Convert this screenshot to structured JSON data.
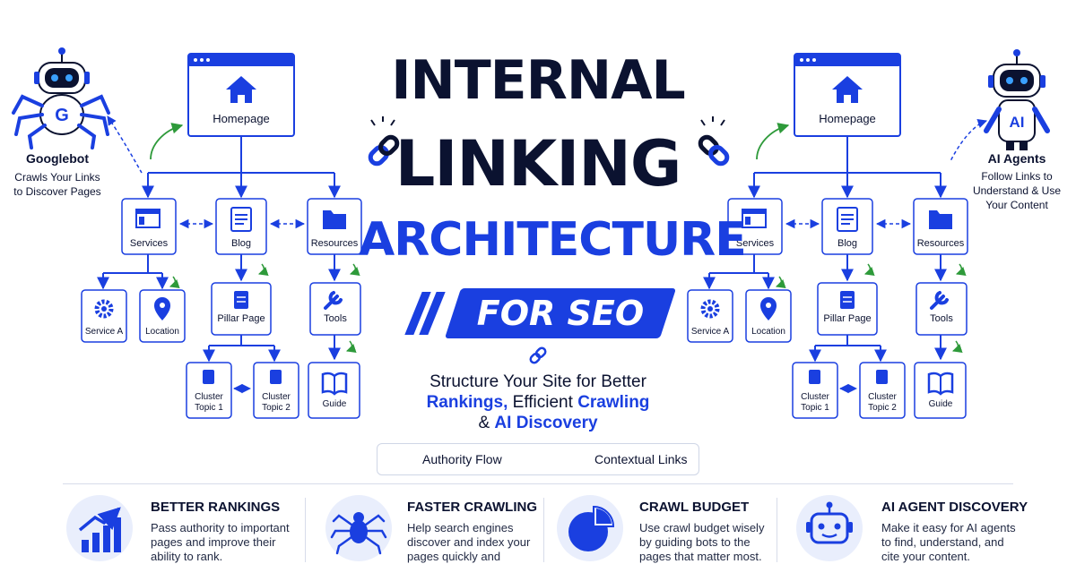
{
  "title": {
    "line1": "INTERNAL",
    "line2": "LINKING",
    "line3": "ARCHITECTURE",
    "banner": "FOR SEO"
  },
  "subtitle": {
    "line1": "Structure Your Site for Better",
    "rankings": "Rankings,",
    "efficient": "Efficient",
    "crawling": "Crawling",
    "amp": "&",
    "ai": "AI Discovery"
  },
  "legend": {
    "authority": "Authority Flow",
    "contextual": "Contextual Links"
  },
  "googlebot": {
    "name": "Googlebot",
    "desc1": "Crawls Your Links",
    "desc2": "to Discover Pages",
    "badge": "G"
  },
  "aiagents": {
    "name": "AI Agents",
    "desc1": "Follow Links to",
    "desc2": "Understand & Use",
    "desc3": "Your Content",
    "badge": "AI"
  },
  "tree": {
    "homepage": "Homepage",
    "services": "Services",
    "blog": "Blog",
    "resources": "Resources",
    "service_a": "Service A",
    "location": "Location",
    "pillar": "Pillar Page",
    "tools": "Tools",
    "cluster1_a": "Cluster",
    "cluster1_b": "Topic 1",
    "cluster2_a": "Cluster",
    "cluster2_b": "Topic 2",
    "guide": "Guide"
  },
  "benefits": [
    {
      "title": "BETTER RANKINGS",
      "d1": "Pass authority to important",
      "d2": "pages and improve their",
      "d3": "ability to rank."
    },
    {
      "title": "FASTER CRAWLING",
      "d1": "Help search engines",
      "d2": "discover and index your",
      "d3": "pages quickly and"
    },
    {
      "title": "CRAWL BUDGET",
      "d1": "Use crawl budget wisely",
      "d2": "by guiding bots to the",
      "d3": "pages that matter most."
    },
    {
      "title": "AI AGENT DISCOVERY",
      "d1": "Make it easy for AI agents",
      "d2": "to find, understand, and",
      "d3": "cite your content."
    }
  ],
  "colors": {
    "accent": "#1a3fe0",
    "dark": "#0b1230",
    "green": "#2e9a3a",
    "node_border": "#1a3fe0"
  }
}
